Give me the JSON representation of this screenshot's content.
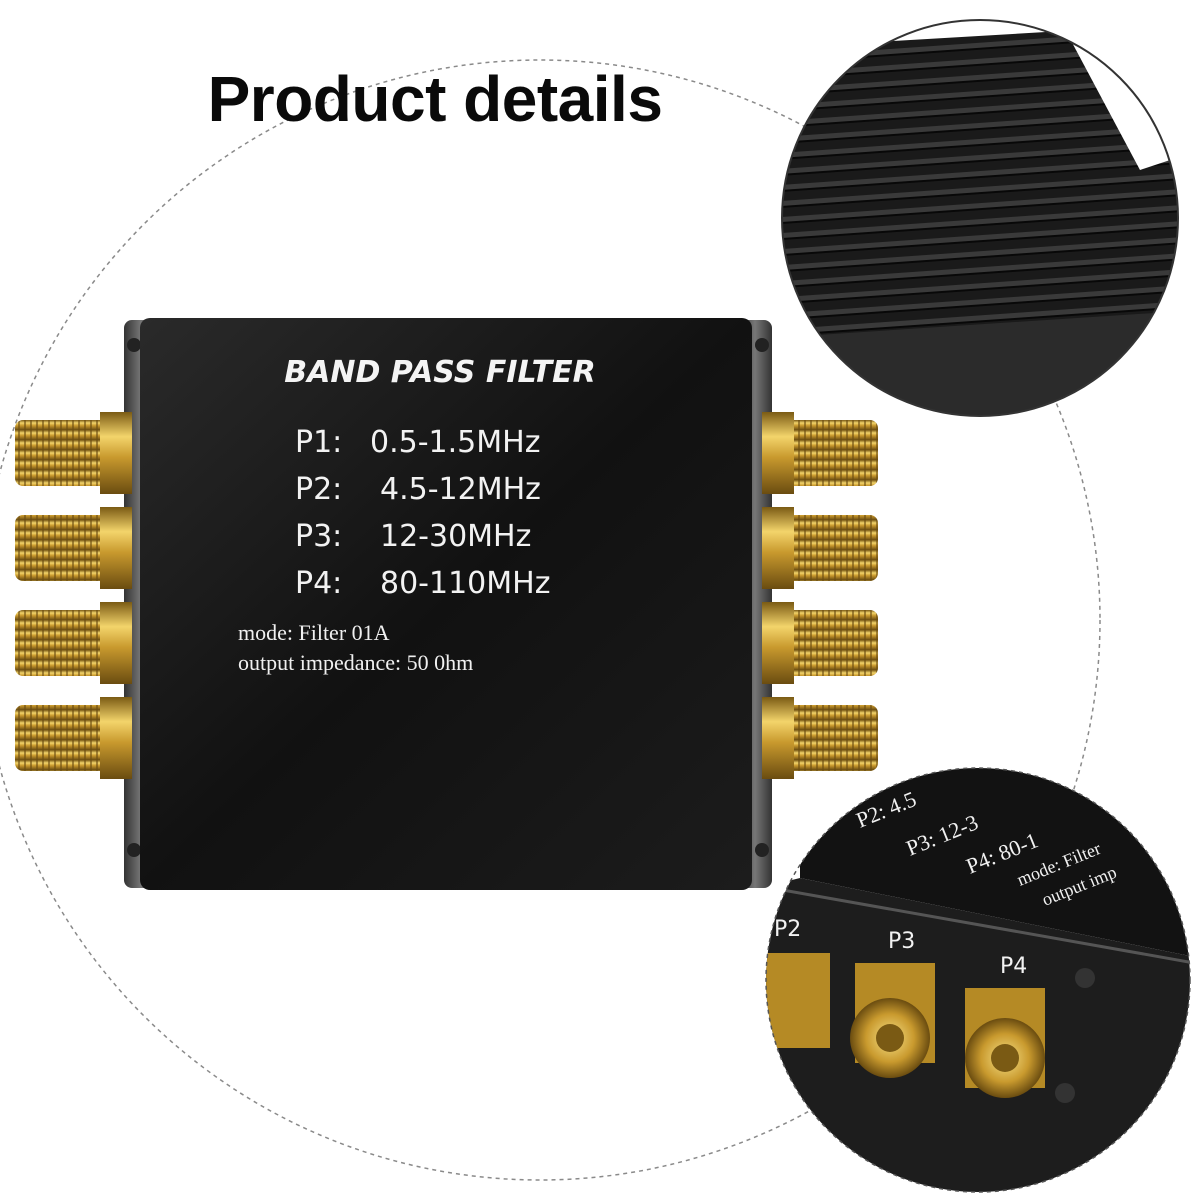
{
  "page": {
    "heading": "Product details"
  },
  "device": {
    "title": "BAND PASS FILTER",
    "bands": [
      {
        "label": "P1:",
        "range": "0.5-1.5MHz"
      },
      {
        "label": "P2:",
        "range": "4.5-12MHz"
      },
      {
        "label": "P3:",
        "range": "12-30MHz"
      },
      {
        "label": "P4:",
        "range": "80-110MHz"
      }
    ],
    "mode_line": "mode: Filter  01A",
    "impedance_line": "output impedance: 50 0hm"
  },
  "detail_bottom": {
    "port_labels": [
      "P2",
      "P3",
      "P4"
    ],
    "side_text": [
      "P2: 4.5",
      "P3: 12-3",
      "P4: 80-1",
      "mode: Filter",
      "output imp"
    ]
  },
  "colors": {
    "body": "#141414",
    "gold": "#c99a2e",
    "frame": "#4a4a4a"
  }
}
